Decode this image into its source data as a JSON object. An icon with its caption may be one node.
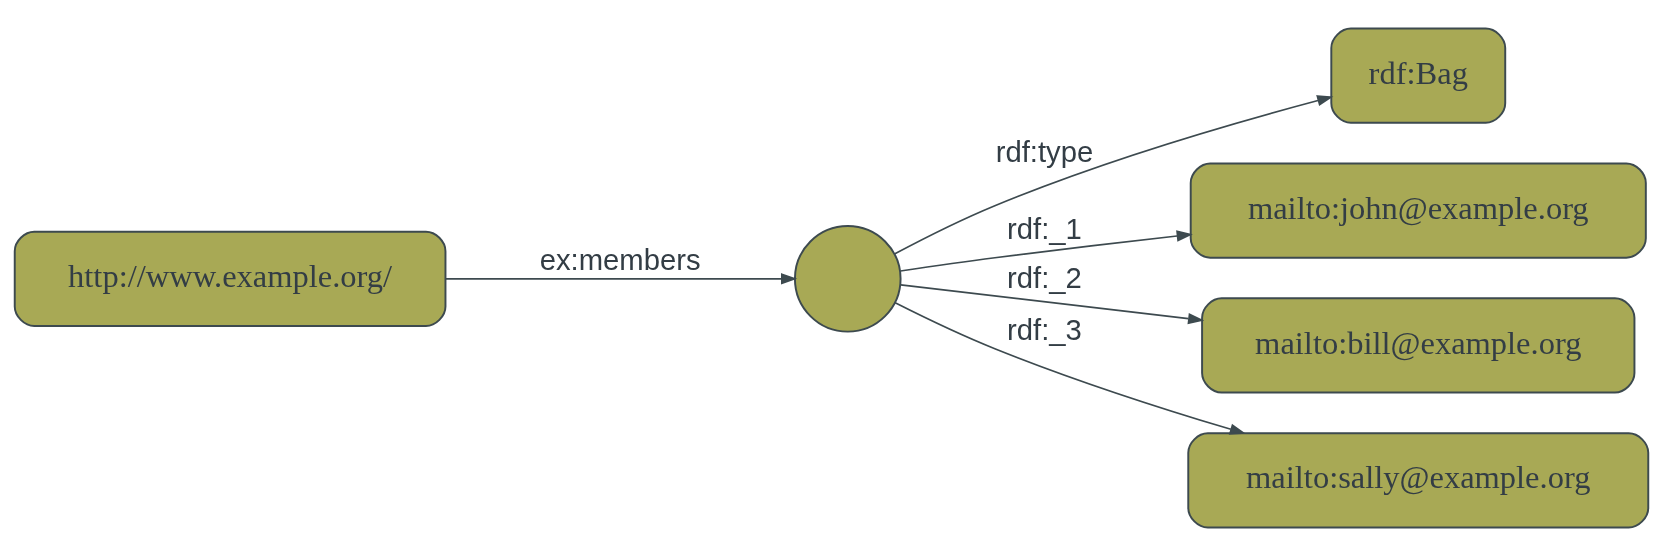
{
  "diagram": {
    "nodes": [
      {
        "text": [
          "http://www.example.org/"
        ]
      },
      {
        "text": [],
        "shape": "circle"
      },
      {
        "text": [
          "rdf:Bag"
        ]
      },
      {
        "text": [
          "mailto:john@example.org"
        ]
      },
      {
        "text": [
          "mailto:bill@example.org"
        ]
      },
      {
        "text": [
          "mailto:sally@example.org"
        ]
      }
    ],
    "edges": [
      {
        "from": 0,
        "to": 1,
        "arrow": "to",
        "label": "ex:members"
      },
      {
        "from": 1,
        "to": 2,
        "arrow": "to",
        "label": "rdf:type"
      },
      {
        "from": 1,
        "to": 3,
        "arrow": "to",
        "label": "rdf:_1"
      },
      {
        "from": 1,
        "to": 4,
        "arrow": "to",
        "label": "rdf:_2"
      },
      {
        "from": 1,
        "to": 5,
        "arrow": "to",
        "label": "rdf:_3"
      }
    ]
  }
}
